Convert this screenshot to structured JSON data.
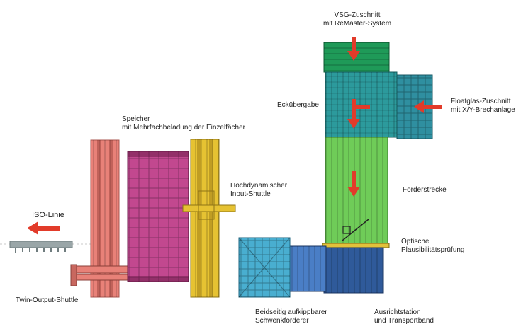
{
  "labels": {
    "vsg": {
      "line1": "VSG-Zuschnitt",
      "line2": "mit ReMaster-System"
    },
    "float": {
      "line1": "Floatglas-Zuschnitt",
      "line2": "mit X/Y-Brechanlage"
    },
    "eck": "Eckübergabe",
    "speicher": {
      "line1": "Speicher",
      "line2": "mit Mehrfachbeladung der Einzelfächer"
    },
    "input": {
      "line1": "Hochdynamischer",
      "line2": "Input-Shuttle"
    },
    "foerder": "Förderstrecke",
    "iso": "ISO-Linie",
    "optische": {
      "line1": "Optische",
      "line2": "Plausibilitätsprüfung"
    },
    "twin": "Twin-Output-Shuttle",
    "schwenk": {
      "line1": "Beidseitig aufkippbarer",
      "line2": "Schwenkförderer"
    },
    "ausricht": {
      "line1": "Ausrichtstation",
      "line2": "und Transportband"
    }
  },
  "colors": {
    "arrow": "#e23b2a",
    "vsg_table": "#1f9a58",
    "corner_transfer": "#2c9a9c",
    "float_table": "#2f8fa0",
    "conveyor": "#6fcc58",
    "speicher": "#c2488f",
    "input_shuttle": "#e6c232",
    "output_shuttle": "#e88178",
    "schwenk": "#49aed0",
    "ausricht": "#2f5a9a",
    "iso_line": "#9aa6a8"
  }
}
